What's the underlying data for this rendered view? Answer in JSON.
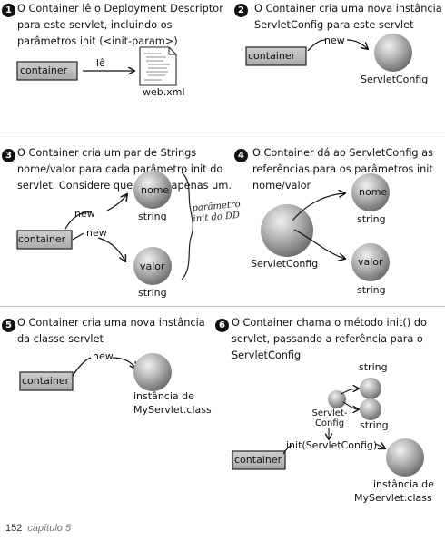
{
  "steps": [
    {
      "number": "1",
      "text_l1": "O Container lê o Deployment Descriptor",
      "text_l2": "para este servlet, incluindo os",
      "text_l3": "parâmetros init (<init-param>)"
    },
    {
      "number": "2",
      "text_l1": "O Container cria uma nova instância",
      "text_l2": "ServletConfig para este servlet"
    },
    {
      "number": "3",
      "text_l1": "O Container cria um par de Strings",
      "text_l2": "nome/valor para cada parâmetro init do",
      "text_l3": "servlet. Considere que temos apenas um."
    },
    {
      "number": "4",
      "text_l1": "O Container dá ao ServletConfig as",
      "text_l2": "referências para os parâmetros init",
      "text_l3": "nome/valor"
    },
    {
      "number": "5",
      "text_l1": "O Container cria uma nova instância",
      "text_l2": "da classe servlet"
    },
    {
      "number": "6",
      "text_l1": "O Container chama o método init() do",
      "text_l2": "servlet, passando a referência para o",
      "text_l3": "ServletConfig"
    }
  ],
  "labels": {
    "container": "container",
    "le": "lê",
    "webxml": "web.xml",
    "new": "new",
    "servletconfig": "ServletConfig",
    "nome": "nome",
    "valor": "valor",
    "string": "string",
    "param_note_l1": "parâmetro",
    "param_note_l2": "init do DD",
    "servlet_config_l1": "Servlet-",
    "servlet_config_l2": "Config",
    "init_call": "init(ServletConfig)",
    "instancia_l1": "instância de",
    "instancia_l2": "MyServlet.class"
  },
  "footer": {
    "page": "152",
    "chapter": "capítulo 5"
  }
}
